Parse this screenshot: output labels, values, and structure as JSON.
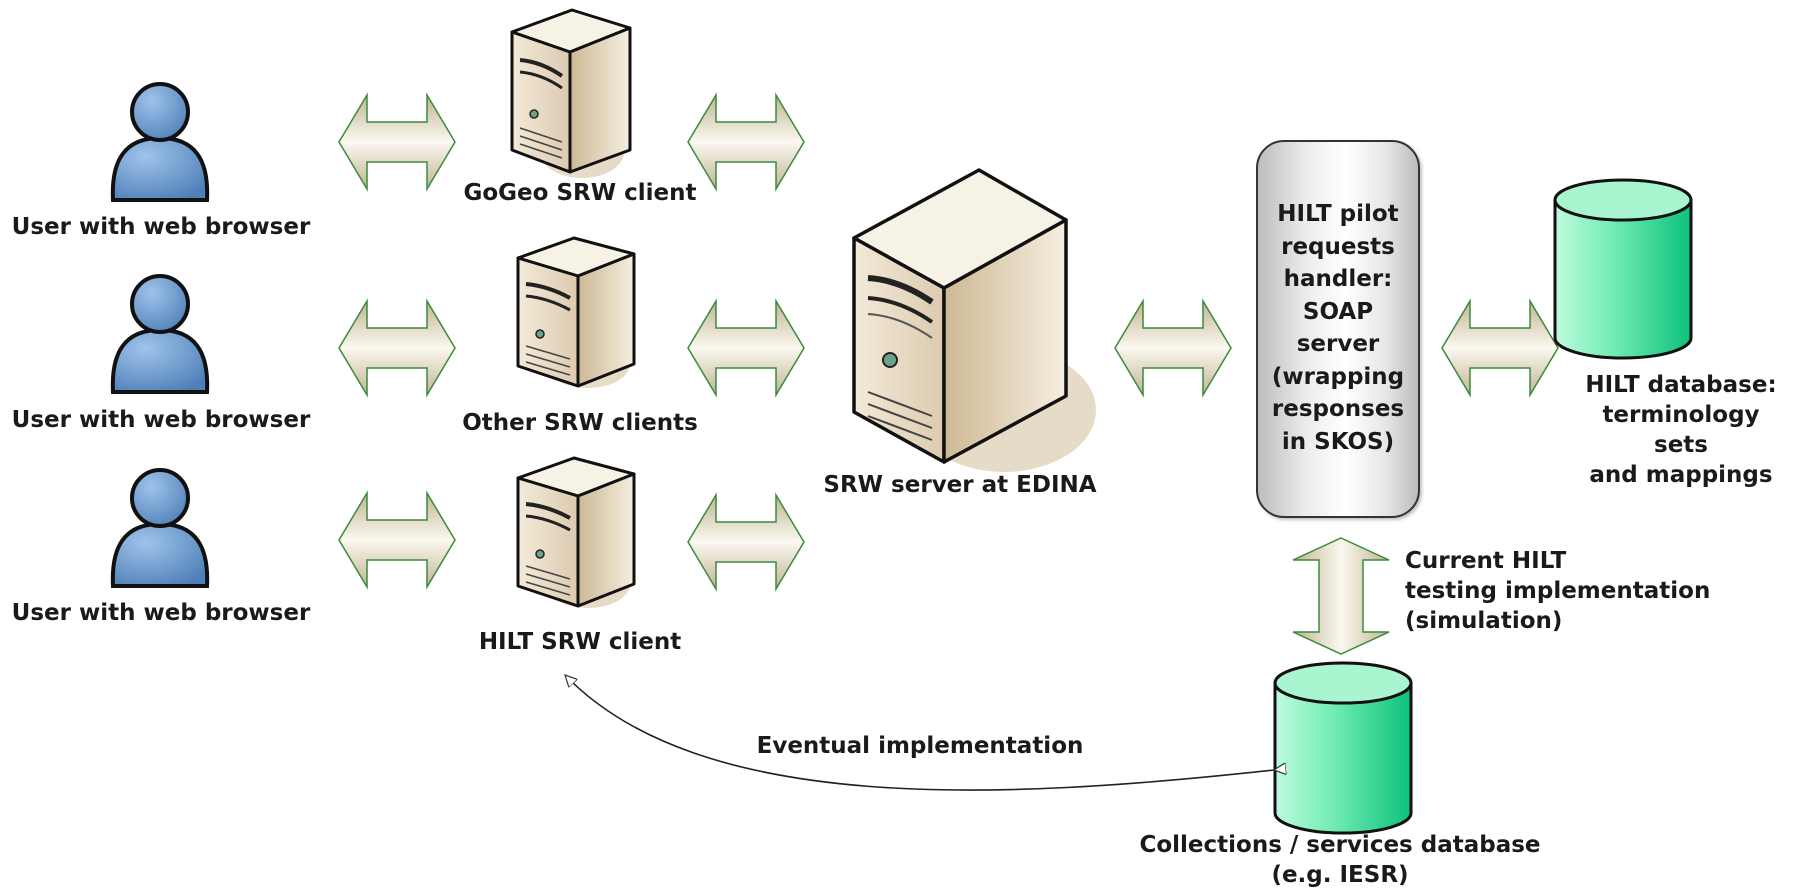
{
  "users": [
    {
      "label": "User with web browser"
    },
    {
      "label": "User with web browser"
    },
    {
      "label": "User with web browser"
    }
  ],
  "clients": [
    {
      "label": "GoGeo SRW client"
    },
    {
      "label": "Other SRW clients"
    },
    {
      "label": "HILT SRW client"
    }
  ],
  "server": {
    "label": "SRW server at EDINA"
  },
  "handler": {
    "lines": [
      "HILT pilot",
      "requests",
      "handler:",
      "SOAP",
      "server",
      "(wrapping",
      "responses",
      "in SKOS)"
    ]
  },
  "hilt_db": {
    "lines": [
      "HILT database:",
      "terminology",
      "sets",
      "and mappings"
    ]
  },
  "collections_db": {
    "lines": [
      "Collections / services database",
      "(e.g. IESR)"
    ]
  },
  "testing_note": {
    "lines": [
      "Current HILT",
      "testing implementation",
      "(simulation)"
    ]
  },
  "eventual_label": "Eventual implementation",
  "colors": {
    "user_blue": "#6f9fd0",
    "database_green": "#5fe3a3",
    "arrow_fill": "#d9cdb4",
    "server_beige": "#e3d3b4"
  }
}
